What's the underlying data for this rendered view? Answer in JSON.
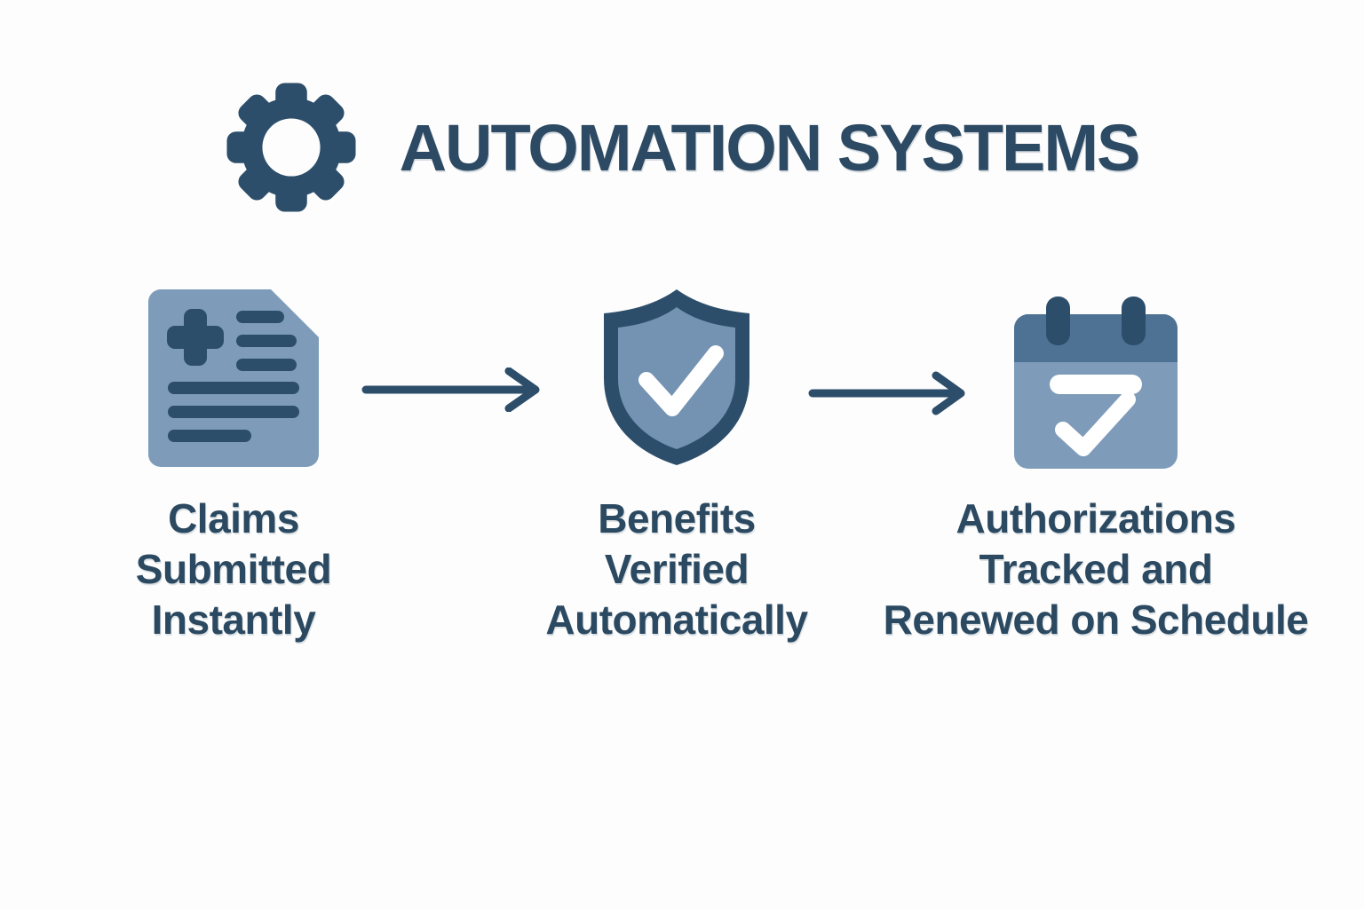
{
  "title": "AUTOMATION SYSTEMS",
  "header_icon": "gear-icon",
  "colors": {
    "dark_navy": "#2d4e6b",
    "title_text": "#2c4a63",
    "label_text": "#2b4961",
    "document_fill": "#7e9cba",
    "shield_inner_fill": "#7492b2",
    "calendar_body_fill": "#7e9bb9",
    "calendar_header_fill": "#4e7294",
    "check_white": "#ffffff",
    "background": "#fdfdfd"
  },
  "steps": [
    {
      "icon": "medical-claim-document-icon",
      "lines": [
        "Claims",
        "Submitted",
        "Instantly"
      ]
    },
    {
      "icon": "shield-check-icon",
      "lines": [
        "Benefits",
        "Verified",
        "Automatically"
      ]
    },
    {
      "icon": "calendar-check-icon",
      "lines": [
        "Authorizations",
        "Tracked and",
        "Renewed on Schedule"
      ]
    }
  ],
  "connectors": [
    {
      "type": "arrow-right"
    },
    {
      "type": "arrow-right"
    }
  ]
}
